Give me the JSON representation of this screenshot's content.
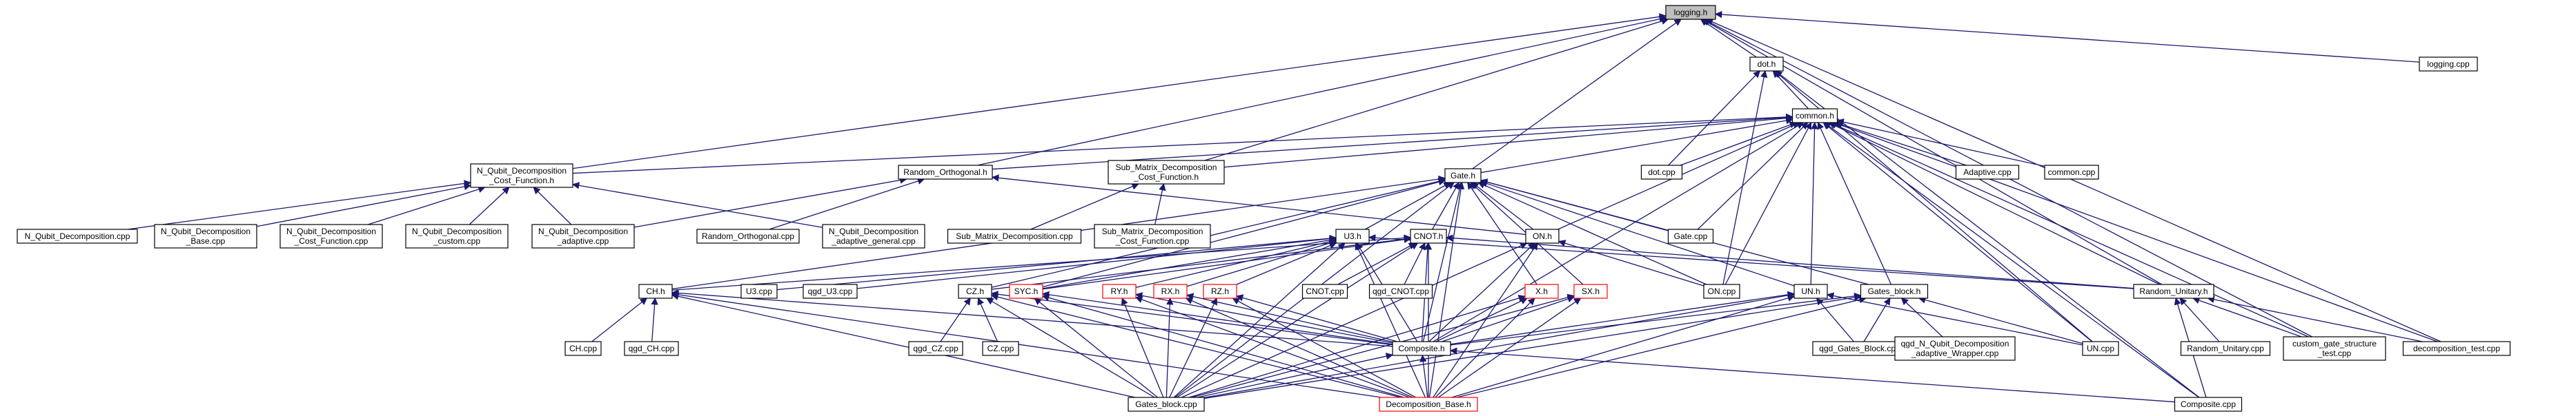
{
  "graph": {
    "nodes": [
      {
        "id": "logging_h",
        "lines": [
          "logging.h"
        ],
        "style": "root"
      },
      {
        "id": "dot_h",
        "lines": [
          "dot.h"
        ]
      },
      {
        "id": "logging_cpp",
        "lines": [
          "logging.cpp"
        ]
      },
      {
        "id": "common_h",
        "lines": [
          "common.h"
        ]
      },
      {
        "id": "nqdcf_h",
        "lines": [
          "N_Qubit_Decomposition",
          "_Cost_Function.h"
        ]
      },
      {
        "id": "randorth_h",
        "lines": [
          "Random_Orthogonal.h"
        ]
      },
      {
        "id": "submat_h",
        "lines": [
          "Sub_Matrix_Decomposition",
          "_Cost_Function.h"
        ]
      },
      {
        "id": "dot_cpp",
        "lines": [
          "dot.cpp"
        ]
      },
      {
        "id": "adaptive_cpp",
        "lines": [
          "Adaptive.cpp"
        ]
      },
      {
        "id": "common_cpp",
        "lines": [
          "common.cpp"
        ]
      },
      {
        "id": "gate_h",
        "lines": [
          "Gate.h"
        ]
      },
      {
        "id": "nqd_cpp",
        "lines": [
          "N_Qubit_Decomposition.cpp"
        ]
      },
      {
        "id": "nqdbase_cpp",
        "lines": [
          "N_Qubit_Decomposition",
          "_Base.cpp"
        ]
      },
      {
        "id": "nqdcf_cpp",
        "lines": [
          "N_Qubit_Decomposition",
          "_Cost_Function.cpp"
        ]
      },
      {
        "id": "nqdcustom_cpp",
        "lines": [
          "N_Qubit_Decomposition",
          "_custom.cpp"
        ]
      },
      {
        "id": "nqdadaptive_cpp",
        "lines": [
          "N_Qubit_Decomposition",
          "_adaptive.cpp"
        ]
      },
      {
        "id": "randorth_cpp",
        "lines": [
          "Random_Orthogonal.cpp"
        ]
      },
      {
        "id": "nqdadgen_cpp",
        "lines": [
          "N_Qubit_Decomposition",
          "_adaptive_general.cpp"
        ]
      },
      {
        "id": "submatdec_cpp",
        "lines": [
          "Sub_Matrix_Decomposition.cpp"
        ]
      },
      {
        "id": "submatcf_cpp",
        "lines": [
          "Sub_Matrix_Decomposition",
          "_Cost_Function.cpp"
        ]
      },
      {
        "id": "gate_cpp",
        "lines": [
          "Gate.cpp"
        ]
      },
      {
        "id": "u3_h",
        "lines": [
          "U3.h"
        ]
      },
      {
        "id": "cnot_h",
        "lines": [
          "CNOT.h"
        ]
      },
      {
        "id": "on_h",
        "lines": [
          "ON.h"
        ]
      },
      {
        "id": "u3_cpp",
        "lines": [
          "U3.cpp"
        ]
      },
      {
        "id": "qgdu3_cpp",
        "lines": [
          "qgd_U3.cpp"
        ]
      },
      {
        "id": "cnot_cpp",
        "lines": [
          "CNOT.cpp"
        ]
      },
      {
        "id": "qgdcnot_cpp",
        "lines": [
          "qgd_CNOT.cpp"
        ]
      },
      {
        "id": "on_cpp",
        "lines": [
          "ON.cpp"
        ]
      },
      {
        "id": "un_h",
        "lines": [
          "UN.h"
        ]
      },
      {
        "id": "gatesblock_h",
        "lines": [
          "Gates_block.h"
        ]
      },
      {
        "id": "randunit_h",
        "lines": [
          "Random_Unitary.h"
        ]
      },
      {
        "id": "ch_h",
        "lines": [
          "CH.h"
        ]
      },
      {
        "id": "cz_h",
        "lines": [
          "CZ.h"
        ]
      },
      {
        "id": "syc_h",
        "lines": [
          "SYC.h"
        ],
        "style": "red"
      },
      {
        "id": "ry_h",
        "lines": [
          "RY.h"
        ],
        "style": "red"
      },
      {
        "id": "rx_h",
        "lines": [
          "RX.h"
        ],
        "style": "red"
      },
      {
        "id": "rz_h",
        "lines": [
          "RZ.h"
        ],
        "style": "red"
      },
      {
        "id": "x_h",
        "lines": [
          "X.h"
        ],
        "style": "red"
      },
      {
        "id": "sx_h",
        "lines": [
          "SX.h"
        ],
        "style": "red"
      },
      {
        "id": "ch_cpp",
        "lines": [
          "CH.cpp"
        ]
      },
      {
        "id": "qgdch_cpp",
        "lines": [
          "qgd_CH.cpp"
        ]
      },
      {
        "id": "qgdcz_cpp",
        "lines": [
          "qgd_CZ.cpp"
        ]
      },
      {
        "id": "cz_cpp",
        "lines": [
          "CZ.cpp"
        ]
      },
      {
        "id": "composite_h",
        "lines": [
          "Composite.h"
        ]
      },
      {
        "id": "qgdgatesblock_cpp",
        "lines": [
          "qgd_Gates_Block.cpp"
        ]
      },
      {
        "id": "qgdnqdadw_cpp",
        "lines": [
          "qgd_N_Qubit_Decomposition",
          "_adaptive_Wrapper.cpp"
        ]
      },
      {
        "id": "un_cpp",
        "lines": [
          "UN.cpp"
        ]
      },
      {
        "id": "randunit_cpp",
        "lines": [
          "Random_Unitary.cpp"
        ]
      },
      {
        "id": "customgate_cpp",
        "lines": [
          "custom_gate_structure",
          "_test.cpp"
        ]
      },
      {
        "id": "dectest_cpp",
        "lines": [
          "decomposition_test.cpp"
        ]
      },
      {
        "id": "gatesblock_cpp",
        "lines": [
          "Gates_block.cpp"
        ]
      },
      {
        "id": "decbase_h",
        "lines": [
          "Decomposition_Base.h"
        ],
        "style": "red"
      },
      {
        "id": "composite_cpp",
        "lines": [
          "Composite.cpp"
        ]
      }
    ],
    "edges": [
      [
        "logging_h",
        "dot_h"
      ],
      [
        "logging_h",
        "logging_cpp"
      ],
      [
        "logging_h",
        "nqdcf_h"
      ],
      [
        "logging_h",
        "randorth_h"
      ],
      [
        "logging_h",
        "submat_h"
      ],
      [
        "logging_h",
        "gate_h"
      ],
      [
        "logging_h",
        "randunit_h"
      ],
      [
        "logging_h",
        "customgate_cpp"
      ],
      [
        "logging_h",
        "dectest_cpp"
      ],
      [
        "dot_h",
        "common_h"
      ],
      [
        "dot_h",
        "dot_cpp"
      ],
      [
        "dot_h",
        "on_cpp"
      ],
      [
        "dot_h",
        "composite_cpp"
      ],
      [
        "dot_h",
        "un_cpp"
      ],
      [
        "common_h",
        "nqdcf_h"
      ],
      [
        "common_h",
        "randorth_h"
      ],
      [
        "common_h",
        "submat_h"
      ],
      [
        "common_h",
        "dot_cpp"
      ],
      [
        "common_h",
        "adaptive_cpp"
      ],
      [
        "common_h",
        "common_cpp"
      ],
      [
        "common_h",
        "gate_h"
      ],
      [
        "common_h",
        "gate_cpp"
      ],
      [
        "common_h",
        "on_cpp"
      ],
      [
        "common_h",
        "un_h"
      ],
      [
        "common_h",
        "gatesblock_h"
      ],
      [
        "common_h",
        "randunit_h"
      ],
      [
        "common_h",
        "un_cpp"
      ],
      [
        "common_h",
        "composite_h"
      ],
      [
        "common_h",
        "customgate_cpp"
      ],
      [
        "common_h",
        "dectest_cpp"
      ],
      [
        "common_h",
        "composite_cpp"
      ],
      [
        "common_h",
        "on_h"
      ],
      [
        "nqdcf_h",
        "nqd_cpp"
      ],
      [
        "nqdcf_h",
        "nqdbase_cpp"
      ],
      [
        "nqdcf_h",
        "nqdcf_cpp"
      ],
      [
        "nqdcf_h",
        "nqdcustom_cpp"
      ],
      [
        "nqdcf_h",
        "nqdadaptive_cpp"
      ],
      [
        "nqdcf_h",
        "nqdadgen_cpp"
      ],
      [
        "randorth_h",
        "randorth_cpp"
      ],
      [
        "randorth_h",
        "nqdadaptive_cpp"
      ],
      [
        "randorth_h",
        "on_h"
      ],
      [
        "submat_h",
        "submatdec_cpp"
      ],
      [
        "submat_h",
        "submatcf_cpp"
      ],
      [
        "gate_h",
        "gate_cpp"
      ],
      [
        "gate_h",
        "u3_h"
      ],
      [
        "gate_h",
        "cnot_h"
      ],
      [
        "gate_h",
        "on_h"
      ],
      [
        "gate_h",
        "un_h"
      ],
      [
        "gate_h",
        "x_h"
      ],
      [
        "gate_h",
        "sx_h"
      ],
      [
        "gate_h",
        "composite_h"
      ],
      [
        "gate_h",
        "gatesblock_h"
      ],
      [
        "gate_h",
        "on_cpp"
      ],
      [
        "gate_h",
        "gatesblock_cpp"
      ],
      [
        "gate_h",
        "decbase_h"
      ],
      [
        "gate_h",
        "syc_h"
      ],
      [
        "gate_h",
        "ch_h"
      ],
      [
        "gate_h",
        "cz_h"
      ],
      [
        "u3_h",
        "u3_cpp"
      ],
      [
        "u3_h",
        "qgdu3_cpp"
      ],
      [
        "u3_h",
        "ry_h"
      ],
      [
        "u3_h",
        "rx_h"
      ],
      [
        "u3_h",
        "rz_h"
      ],
      [
        "u3_h",
        "composite_h"
      ],
      [
        "u3_h",
        "gatesblock_cpp"
      ],
      [
        "u3_h",
        "decbase_h"
      ],
      [
        "u3_h",
        "randunit_h"
      ],
      [
        "u3_h",
        "syc_h"
      ],
      [
        "cnot_h",
        "cnot_cpp"
      ],
      [
        "cnot_h",
        "qgdcnot_cpp"
      ],
      [
        "cnot_h",
        "composite_h"
      ],
      [
        "cnot_h",
        "gatesblock_cpp"
      ],
      [
        "cnot_h",
        "decbase_h"
      ],
      [
        "cnot_h",
        "ch_h"
      ],
      [
        "cnot_h",
        "cz_h"
      ],
      [
        "cnot_h",
        "syc_h"
      ],
      [
        "cnot_h",
        "randunit_h"
      ],
      [
        "on_h",
        "on_cpp"
      ],
      [
        "on_h",
        "composite_h"
      ],
      [
        "on_h",
        "gatesblock_cpp"
      ],
      [
        "on_h",
        "decbase_h"
      ],
      [
        "un_h",
        "un_cpp"
      ],
      [
        "un_h",
        "composite_h"
      ],
      [
        "un_h",
        "gatesblock_cpp"
      ],
      [
        "un_h",
        "decbase_h"
      ],
      [
        "un_h",
        "qgdgatesblock_cpp"
      ],
      [
        "gatesblock_h",
        "qgdgatesblock_cpp"
      ],
      [
        "gatesblock_h",
        "qgdnqdadw_cpp"
      ],
      [
        "gatesblock_h",
        "composite_h"
      ],
      [
        "gatesblock_h",
        "gatesblock_cpp"
      ],
      [
        "gatesblock_h",
        "decbase_h"
      ],
      [
        "gatesblock_h",
        "un_cpp"
      ],
      [
        "randunit_h",
        "randunit_cpp"
      ],
      [
        "randunit_h",
        "customgate_cpp"
      ],
      [
        "randunit_h",
        "dectest_cpp"
      ],
      [
        "randunit_h",
        "composite_cpp"
      ],
      [
        "ch_h",
        "ch_cpp"
      ],
      [
        "ch_h",
        "qgdch_cpp"
      ],
      [
        "ch_h",
        "composite_h"
      ],
      [
        "ch_h",
        "gatesblock_cpp"
      ],
      [
        "ch_h",
        "decbase_h"
      ],
      [
        "cz_h",
        "qgdcz_cpp"
      ],
      [
        "cz_h",
        "cz_cpp"
      ],
      [
        "cz_h",
        "composite_h"
      ],
      [
        "cz_h",
        "gatesblock_cpp"
      ],
      [
        "cz_h",
        "decbase_h"
      ],
      [
        "syc_h",
        "composite_h"
      ],
      [
        "syc_h",
        "gatesblock_cpp"
      ],
      [
        "syc_h",
        "decbase_h"
      ],
      [
        "ry_h",
        "composite_h"
      ],
      [
        "ry_h",
        "gatesblock_cpp"
      ],
      [
        "ry_h",
        "decbase_h"
      ],
      [
        "rx_h",
        "composite_h"
      ],
      [
        "rx_h",
        "gatesblock_cpp"
      ],
      [
        "rx_h",
        "decbase_h"
      ],
      [
        "rz_h",
        "composite_h"
      ],
      [
        "rz_h",
        "gatesblock_cpp"
      ],
      [
        "rz_h",
        "decbase_h"
      ],
      [
        "x_h",
        "composite_h"
      ],
      [
        "x_h",
        "gatesblock_cpp"
      ],
      [
        "x_h",
        "decbase_h"
      ],
      [
        "sx_h",
        "composite_h"
      ],
      [
        "sx_h",
        "gatesblock_cpp"
      ],
      [
        "sx_h",
        "decbase_h"
      ],
      [
        "composite_h",
        "gatesblock_cpp"
      ],
      [
        "composite_h",
        "decbase_h"
      ],
      [
        "composite_h",
        "composite_cpp"
      ]
    ]
  }
}
